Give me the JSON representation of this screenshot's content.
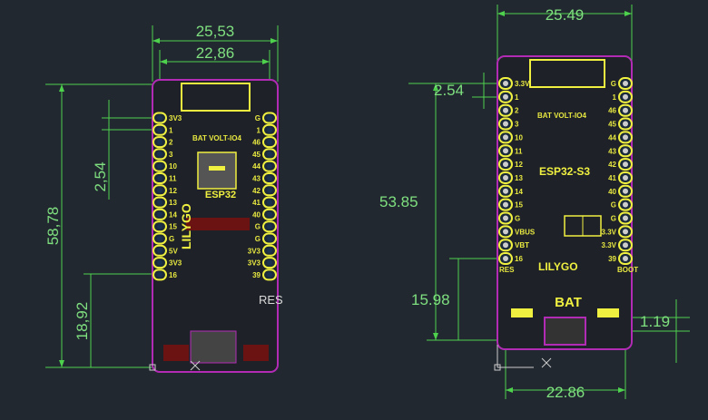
{
  "colors": {
    "background": "#212830",
    "dimension": "#4ed24e",
    "outline": "#b22bb5",
    "silk": "#f0f040"
  },
  "left_board": {
    "dims": {
      "width_outer": "25,53",
      "pin_spacing": "22,86",
      "pitch": "2,54",
      "height": "58,78",
      "lower": "18,92"
    },
    "chip_label": "ESP32",
    "button_label": "RES",
    "brand": "LILYGO",
    "left_pins": [
      "3V3",
      "1",
      "2",
      "3",
      "10",
      "11",
      "12",
      "13",
      "14",
      "15",
      "G",
      "5V",
      "3V3",
      "16"
    ],
    "right_pins": [
      "G",
      "1",
      "46",
      "45",
      "44",
      "43",
      "42",
      "41",
      "40",
      "G",
      "G",
      "3V3",
      "3V3",
      "39"
    ],
    "bat_label": "BAT VOLT-IO4"
  },
  "right_board": {
    "dims": {
      "width_outer": "25.49",
      "pitch": "2.54",
      "height": "53.85",
      "lower": "15.98",
      "pin_spacing": "22.86",
      "offset": "1.19"
    },
    "chip_label": "ESP32-S3",
    "brand": "LILYGO",
    "bat_label": "BAT",
    "bat_volt": "BAT VOLT-IO4",
    "res_label": "RES",
    "boot_label": "BOOT",
    "left_pins": [
      "3.3V",
      "1",
      "2",
      "3",
      "10",
      "11",
      "12",
      "13",
      "14",
      "15",
      "G",
      "VBUS",
      "VBT",
      "16"
    ],
    "right_pins": [
      "G",
      "1",
      "46",
      "45",
      "44",
      "43",
      "42",
      "41",
      "40",
      "G",
      "G",
      "3.3V",
      "3.3V",
      "39"
    ]
  }
}
